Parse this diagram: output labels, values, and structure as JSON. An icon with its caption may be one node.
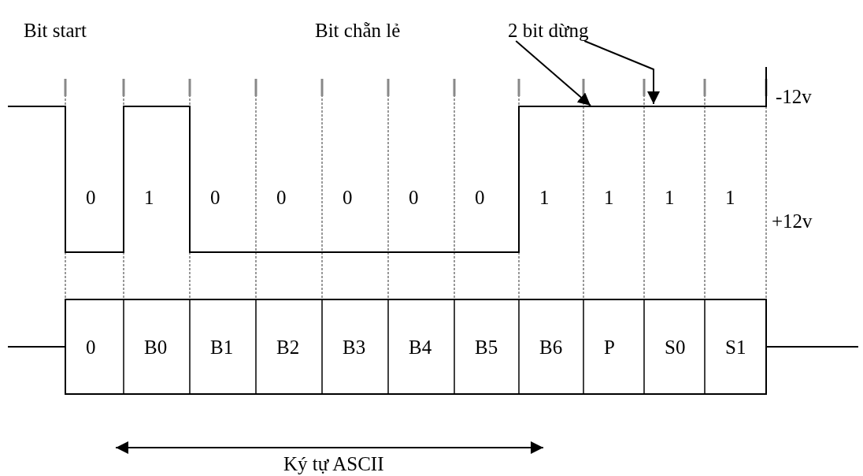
{
  "diagram": {
    "nodes": [
      {
        "text": [
          "Bit start"
        ]
      },
      {
        "text": [
          "Bit chẵn lẻ"
        ]
      },
      {
        "text": [
          "2 bit dừng"
        ]
      }
    ],
    "edges": [
      {
        "from": 2,
        "to": null,
        "arrow": "to"
      },
      {
        "from": 2,
        "to": null,
        "arrow": "to"
      }
    ],
    "labels": [
      "-12v",
      "0",
      "1",
      "0",
      "0",
      "0",
      "0",
      "0",
      "1",
      "1",
      "1",
      "1",
      "+12v",
      "0",
      "B0",
      "B1",
      "B2",
      "B3",
      "B4",
      "B5",
      "B6",
      "P",
      "S0",
      "S1",
      "Ký tự ASCII"
    ]
  }
}
